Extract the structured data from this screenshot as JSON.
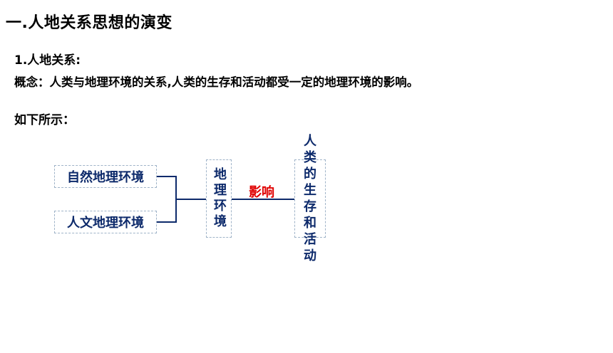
{
  "heading": "一.人地关系思想的演变",
  "section": "1.人地关系:",
  "concept": "概念：人类与地理环境的关系,人类的生存和活动都受一定的地理环境的影响。",
  "follow_text": "如下所示：",
  "diagram": {
    "natural_env": "自然地理环境",
    "human_env": "人文地理环境",
    "geo_env": "地理环境",
    "influence": "影响",
    "human_activity": "人类的生存和活动"
  }
}
